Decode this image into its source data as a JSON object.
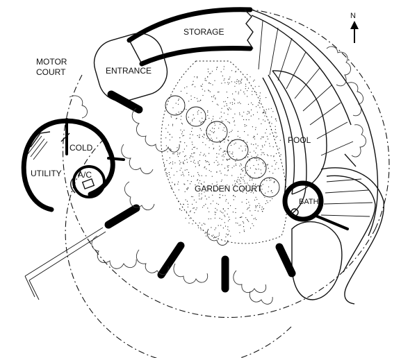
{
  "labels": {
    "motor_court_1": "MOTOR",
    "motor_court_2": "COURT",
    "storage": "STORAGE",
    "entrance": "ENTRANCE",
    "cold": "COLD",
    "utility": "UTILITY",
    "ac": "A/C",
    "garden_court": "GARDEN COURT",
    "pool": "POOL",
    "bath": "BATH",
    "north": "N"
  }
}
